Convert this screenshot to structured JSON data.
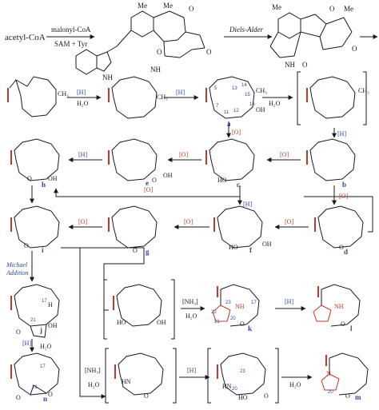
{
  "colors": {
    "ink": "#1a1a1a",
    "red": "#c0392b",
    "blue": "#2c4a9a",
    "purple": "#6a3fa0"
  },
  "top_row": {
    "start": "acetyl-CoA",
    "reagent_1": "malonyl-CoA",
    "reagent_2": "SAM + Tyr",
    "diels_alder": "Diels-Alder",
    "labels_top": [
      "Me",
      "Me",
      "Me",
      "Me"
    ],
    "labels_nh": [
      "NH",
      "NH",
      "NH"
    ],
    "labels_o": [
      "O",
      "O",
      "O",
      "O",
      "O",
      "O"
    ]
  },
  "reagents": {
    "h": "[H]",
    "o": "[O]",
    "nh3": "[NH₃]",
    "h2o": "H₂O",
    "michael": "Michael",
    "addition": "Addition"
  },
  "compound_labels": [
    "a",
    "b",
    "c",
    "d",
    "e",
    "f",
    "g",
    "h",
    "i",
    "j",
    "k",
    "l",
    "m",
    "n"
  ],
  "atom_numbers": [
    "5",
    "7",
    "11",
    "12",
    "13",
    "14",
    "15",
    "16",
    "17",
    "17",
    "21",
    "21",
    "23",
    "20",
    "20",
    "21",
    "23",
    "22",
    "20",
    "17"
  ],
  "atoms": {
    "o": "O",
    "oh": "OH",
    "ho": "HO",
    "hn": "HN",
    "nh": "NH",
    "n": "N",
    "h": "H",
    "ch3": "CH₃"
  }
}
